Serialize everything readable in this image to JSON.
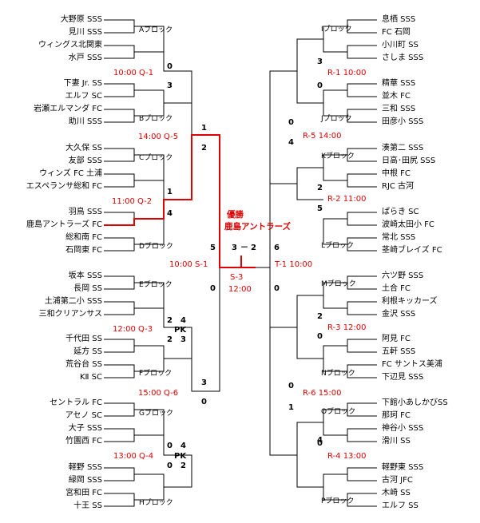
{
  "title": "優勝",
  "champion": "鹿島アントラーズ",
  "final_score": {
    "left": "3",
    "sep": "－",
    "right": "2"
  },
  "blocks": {
    "A": {
      "label": "Aブロック",
      "teams": [
        "大野原 SSS",
        "見川 SSS",
        "ウィングス北関東",
        "水戸 SSS"
      ]
    },
    "B": {
      "label": "Bブロック",
      "teams": [
        "下妻 Jr. SS",
        "エルフ SC",
        "岩瀬エルマンダ FC",
        "助川 SSS"
      ]
    },
    "C": {
      "label": "Cブロック",
      "teams": [
        "大久保 SS",
        "友部 SSS",
        "ウィンズ FC 土浦",
        "エスペランサ総和 FC"
      ]
    },
    "D": {
      "label": "Dブロック",
      "teams": [
        "羽鳥 SSS",
        "鹿島アントラーズ FC",
        "総和南 FC",
        "石岡東 FC"
      ]
    },
    "E": {
      "label": "Eブロック",
      "teams": [
        "坂本 SSS",
        "長岡 SS",
        "土浦第二小 SSS",
        "三和クリアンサス"
      ]
    },
    "F": {
      "label": "Fブロック",
      "teams": [
        "千代田 SS",
        "延方 SS",
        "荒谷台 SS",
        "KⅡ SC"
      ]
    },
    "G": {
      "label": "Gブロック",
      "teams": [
        "セントラル FC",
        "アセノ SC",
        "大子 SSS",
        "竹園西 FC"
      ]
    },
    "H": {
      "label": "Hブロック",
      "teams": [
        "軽野 SSS",
        "緑岡 SSS",
        "宮和田 FC",
        "十王 SS"
      ]
    },
    "I": {
      "label": "Iブロック",
      "teams": [
        "息栖 SSS",
        "FC 石岡",
        "小川町 SS",
        "さしま SSS"
      ]
    },
    "J": {
      "label": "Jブロック",
      "teams": [
        "精華 SSS",
        "並木 FC",
        "三和 SSS",
        "田彦小 SSS"
      ]
    },
    "K": {
      "label": "Kブロック",
      "teams": [
        "湊第二 SSS",
        "日高･田尻 SSS",
        "中根 FC",
        "RJC 古河"
      ]
    },
    "L": {
      "label": "Lブロック",
      "teams": [
        "ぱらき SC",
        "波崎太田小 FC",
        "常北 SSS",
        "茎崎ブレイズ FC"
      ]
    },
    "M": {
      "label": "Mブロック",
      "teams": [
        "六ツ野 SSS",
        "土合 FC",
        "利根キッカーズ",
        "金沢 SSS"
      ]
    },
    "N": {
      "label": "Nブロック",
      "teams": [
        "阿見 FC",
        "五軒 SSS",
        "FC サントス美浦",
        "下辺見 SSS"
      ]
    },
    "O": {
      "label": "Oブロック",
      "teams": [
        "下館小あしかびSS",
        "那珂 FC",
        "神谷小 SSS",
        "滑川 SS"
      ]
    },
    "P": {
      "label": "Pブロック",
      "teams": [
        "軽野東 SSS",
        "古河 JFC",
        "木崎 SS",
        "エルフ SS"
      ]
    }
  },
  "matches": {
    "Q1": {
      "label": "10:00 Q-1",
      "s1": "0",
      "s2": "3"
    },
    "Q2": {
      "label": "11:00 Q-2",
      "s1": "1",
      "s2": "4"
    },
    "Q3": {
      "label": "12:00 Q-3",
      "s1a": "2",
      "s1b": "2",
      "s2a": "4",
      "s2b": "3",
      "pk": "PK"
    },
    "Q4": {
      "label": "13:00 Q-4",
      "s1a": "0",
      "s1b": "0",
      "s2a": "4",
      "s2b": "2",
      "pk": "PK"
    },
    "Q5": {
      "label": "14:00 Q-5",
      "s1": "1",
      "s2": "2"
    },
    "Q6": {
      "label": "15:00 Q-6",
      "s1": "3",
      "s2": "0"
    },
    "S1": {
      "label": "10:00 S-1",
      "s1": "5",
      "s2": "0"
    },
    "S3": {
      "label": "S-3",
      "time": "12:00"
    },
    "T1": {
      "label": "T-1 10:00",
      "s1": "6",
      "s2": "0"
    },
    "R1": {
      "label": "R-1 10:00",
      "s1": "3",
      "s2": "0"
    },
    "R2": {
      "label": "R-2 11:00",
      "s1": "2",
      "s2": "5"
    },
    "R3": {
      "label": "R-3 12:00",
      "s1": "2",
      "s2": "0"
    },
    "R4": {
      "label": "R-4 13:00",
      "s1": "0",
      "s2": "4"
    },
    "R5": {
      "label": "R-5 14:00",
      "s1": "0",
      "s2": "4"
    },
    "R6": {
      "label": "R-6 15:00",
      "s1": "0",
      "s2": "1"
    }
  },
  "colors": {
    "winner_path": "#e00000",
    "line": "#000000"
  }
}
